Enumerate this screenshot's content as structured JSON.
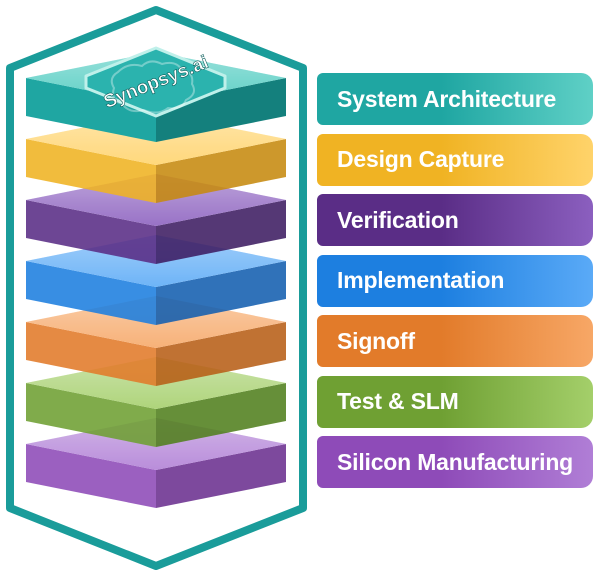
{
  "logo": {
    "text": "Synopsys.ai"
  },
  "layers": [
    {
      "label": "System Architecture",
      "color": "#1fa6a2",
      "light": "#5fd0c6",
      "dark": "#14807d"
    },
    {
      "label": "Design Capture",
      "color": "#f0b323",
      "light": "#ffd36a",
      "dark": "#c78a10"
    },
    {
      "label": "Verification",
      "color": "#5a2d86",
      "light": "#8b5fbf",
      "dark": "#3e1d63"
    },
    {
      "label": "Implementation",
      "color": "#1d7fe0",
      "light": "#5aaaf7",
      "dark": "#145fb0"
    },
    {
      "label": "Signoff",
      "color": "#e27b2a",
      "light": "#f7a766",
      "dark": "#b85f17"
    },
    {
      "label": "Test & SLM",
      "color": "#6fa033",
      "light": "#a4cf6a",
      "dark": "#52801e"
    },
    {
      "label": "Silicon Manufacturing",
      "color": "#8e4bb8",
      "light": "#b07ed6",
      "dark": "#6c3090"
    }
  ],
  "frame_color": "#1a9c9a"
}
